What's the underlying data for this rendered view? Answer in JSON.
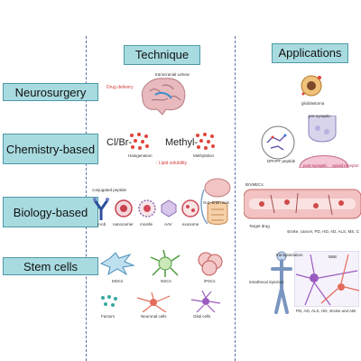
{
  "headers": {
    "technique": "Technique",
    "applications": "Applications"
  },
  "rows": [
    {
      "label": "Neurosurgery"
    },
    {
      "label": "Chemistry-based"
    },
    {
      "label": "Biology-based"
    },
    {
      "label": "Stem cells"
    }
  ],
  "technique": {
    "neuro": {
      "drug_delivery": "Drug delivery",
      "ultrasound": "transcranial Lebow"
    },
    "chem": {
      "cl_br": "Cl/Br-",
      "methyl": "Methyl-",
      "halogenation": "Halogenation",
      "methylation": "Methylation",
      "lipid": "↑ Lipid solubility"
    },
    "bio": {
      "items": [
        "mAb",
        "nanocarrier",
        "micelle",
        "AAV",
        "exosome"
      ],
      "conjugated": "conjugated peptide",
      "gut_brain": "Gut–brain axis"
    },
    "stem": {
      "cells": [
        "MSCs",
        "NSCs",
        "iPSCs"
      ],
      "outputs": [
        "Factors",
        "Neuronal cells",
        "Glial cells"
      ]
    }
  },
  "applications": {
    "neuro": {
      "glioblastoma": "glioblastoma"
    },
    "chem": {
      "presynaptic": "pre-synaptic",
      "peptide": "DPHPF peptide",
      "postsynaptic": "post-synaptic",
      "opioid": "opioid receptor"
    },
    "bio": {
      "bbbecs": "BrVMECs",
      "text": "stroke, cancer, PD, HD, AD, ALS, MS, C",
      "label": "Target drug"
    },
    "stem": {
      "transplantation": "transplantation",
      "text": "PD, AD, ALS, HD, stroke and ABI",
      "small1": "intrathecal injection",
      "small2": "BBB"
    }
  }
}
